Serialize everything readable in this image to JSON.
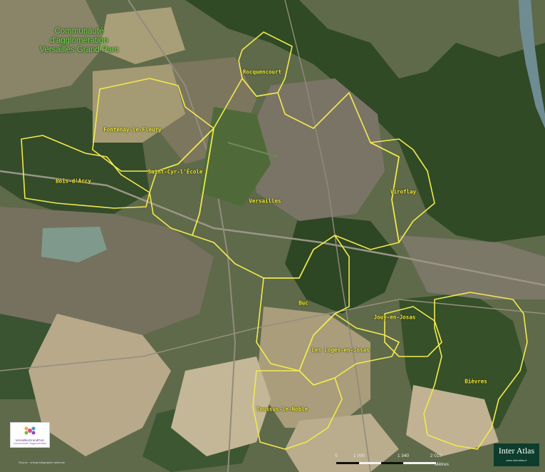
{
  "title_lines": [
    "Communauté d'agglomération",
    "Versailles Grand Parc"
  ],
  "communes": [
    {
      "key": "rocquencourt",
      "label": "Rocquencourt"
    },
    {
      "key": "fontenay",
      "label": "Fontenay-le-Fleury"
    },
    {
      "key": "saint_cyr",
      "label": "Saint-Cyr-l'École"
    },
    {
      "key": "bois_arcy",
      "label": "Bois-d'Arcy"
    },
    {
      "key": "versailles",
      "label": "Versailles"
    },
    {
      "key": "viroflay",
      "label": "Viroflay"
    },
    {
      "key": "buc",
      "label": "Buc"
    },
    {
      "key": "jouy",
      "label": "Jouy-en-Josas"
    },
    {
      "key": "loges",
      "label": "Les Loges-en-Josas"
    },
    {
      "key": "bievres",
      "label": "Bièvres"
    },
    {
      "key": "toussus",
      "label": "Toussus-le-Noble"
    }
  ],
  "logo": {
    "name": "VersaillesGrandParc",
    "tagline": "Communauté d'agglomération"
  },
  "footnote": "Source : orthophotographie aérienne",
  "scale": {
    "labels": [
      "0",
      "1 000",
      "1 340",
      "2 010"
    ],
    "unit": "Mètres"
  },
  "brand": {
    "name": "Inter Atlas",
    "url": "www.interatlas.fr"
  },
  "colors": {
    "boundary": "#f2e94e",
    "label": "#f6ec3a",
    "title": "#7ed957",
    "brand_bg": "#0d3d2c"
  }
}
